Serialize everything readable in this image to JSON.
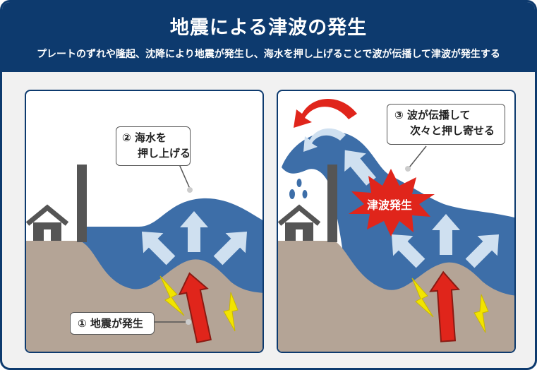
{
  "header": {
    "title": "地震による津波の発生",
    "subtitle": "プレートのずれや隆起、沈降により地震が発生し、海水を押し上げることで波が伝播して津波が発生する"
  },
  "panel_left": {
    "callout_top": {
      "line1": "② 海水を",
      "line2": "押し上げる"
    },
    "callout_bottom": "① 地震が発生"
  },
  "panel_right": {
    "callout_top": {
      "line1": "③ 波が伝播して",
      "line2": "次々と押し寄せる"
    },
    "burst_label": "津波発生"
  },
  "colors": {
    "navy": "#0d3a6e",
    "sea": "#3d6ea8",
    "ground": "#b4a496",
    "arrow_light": "#cfe0f0",
    "quake_red": "#e0251b",
    "lightning": "#f2e400",
    "building": "#555555"
  },
  "icons": [
    "house-icon",
    "lightning-icon",
    "up-arrow-icon",
    "curved-arrow-icon"
  ]
}
